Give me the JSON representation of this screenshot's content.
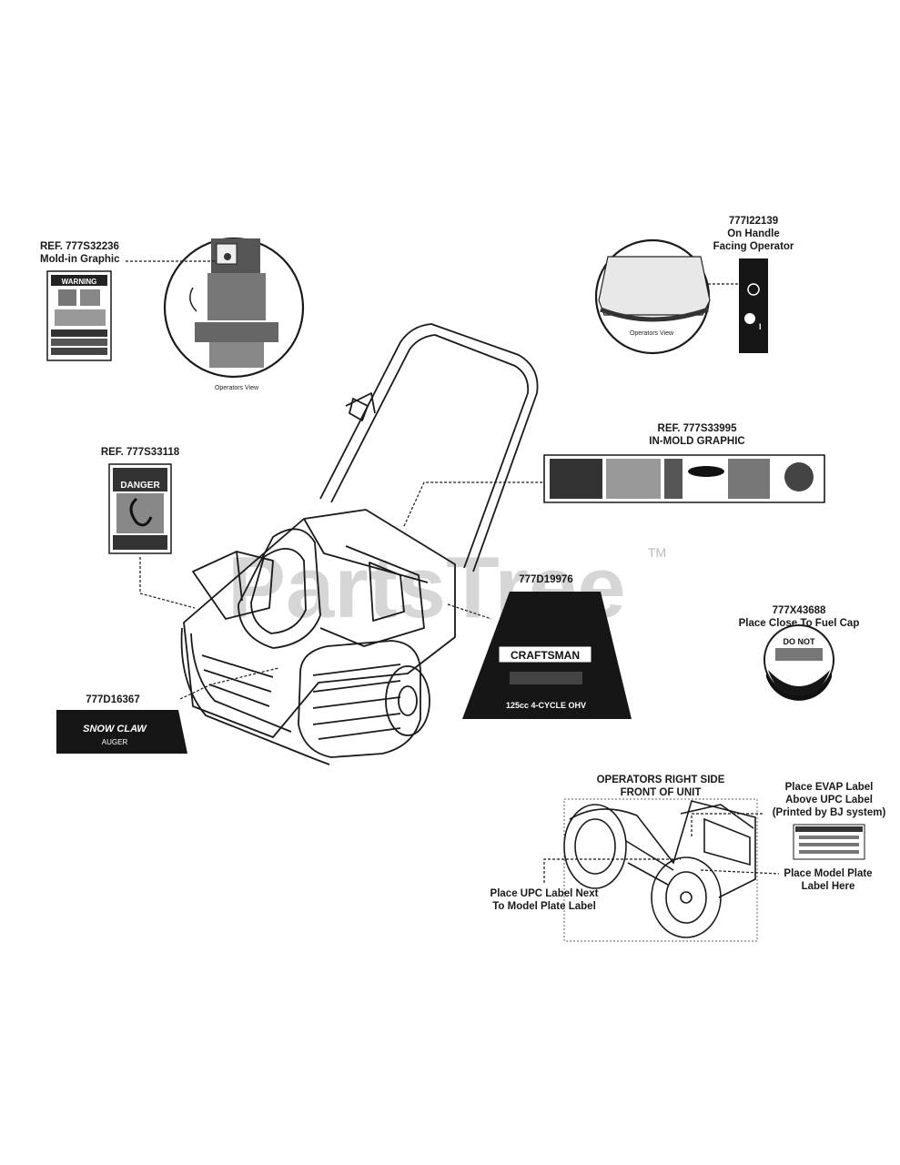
{
  "watermark": {
    "text": "PartsTree",
    "tm": "TM"
  },
  "labels": {
    "ref_32236": {
      "line1": "REF. 777S32236",
      "line2": "Mold-in Graphic"
    },
    "p122139": {
      "line1": "777I22139",
      "line2": "On Handle",
      "line3": "Facing Operator"
    },
    "ref_33118": {
      "line1": "REF. 777S33118"
    },
    "ref_33995": {
      "line1": "REF. 777S33995",
      "line2": "IN-MOLD GRAPHIC"
    },
    "p19976": {
      "line1": "777D19976"
    },
    "p43688": {
      "line1": "777X43688",
      "line2": "Place Close To Fuel Cap"
    },
    "p16367": {
      "line1": "777D16367"
    },
    "operators_right": {
      "line1": "OPERATORS RIGHT SIDE",
      "line2": "FRONT OF UNIT"
    },
    "evap": {
      "line1": "Place EVAP Label",
      "line2": "Above UPC Label",
      "line3": "(Printed by BJ system)"
    },
    "model_plate": {
      "line1": "Place Model Plate",
      "line2": "Label Here"
    },
    "upc": {
      "line1": "Place UPC Label Next",
      "line2": "To Model Plate Label"
    }
  },
  "decal_text": {
    "operators_view_left": "Operators View",
    "operators_view_right": "Operators View",
    "warning": "WARNING",
    "danger": "DANGER",
    "craftsman": "CRAFTSMAN",
    "engine": "125cc 4-CYCLE OHV",
    "snow_claw": "SNOW CLAW",
    "auger": "AUGER",
    "do_not": "DO NOT"
  },
  "colors": {
    "line": "#1a1a1a",
    "decal_dark": "#161616",
    "watermark": "#d6d6d6"
  }
}
